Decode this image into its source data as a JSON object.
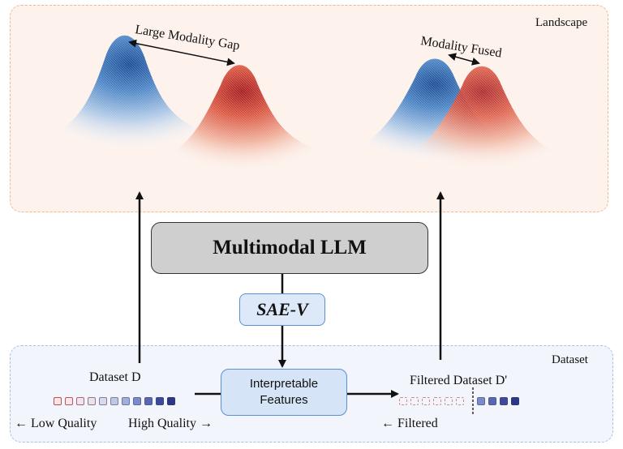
{
  "landscape": {
    "label": "Landscape",
    "left_annotation": "Large Modality Gap",
    "right_annotation": "Modality Fused"
  },
  "dataset": {
    "label": "Dataset",
    "input_label": "Dataset D",
    "output_label": "Filtered Dataset D'",
    "low_quality": "← Low Quality",
    "high_quality": "High Quality →",
    "filtered": "← Filtered"
  },
  "model": {
    "llm_label": "Multimodal LLM",
    "sae_label": "SAE-V",
    "features_line1": "Interpretable",
    "features_line2": "Features"
  },
  "colors": {
    "vision_blue": "#2b62a8",
    "text_red": "#c8382c",
    "landscape_border": "#f2b890",
    "dataset_border": "#a9c0e2"
  }
}
